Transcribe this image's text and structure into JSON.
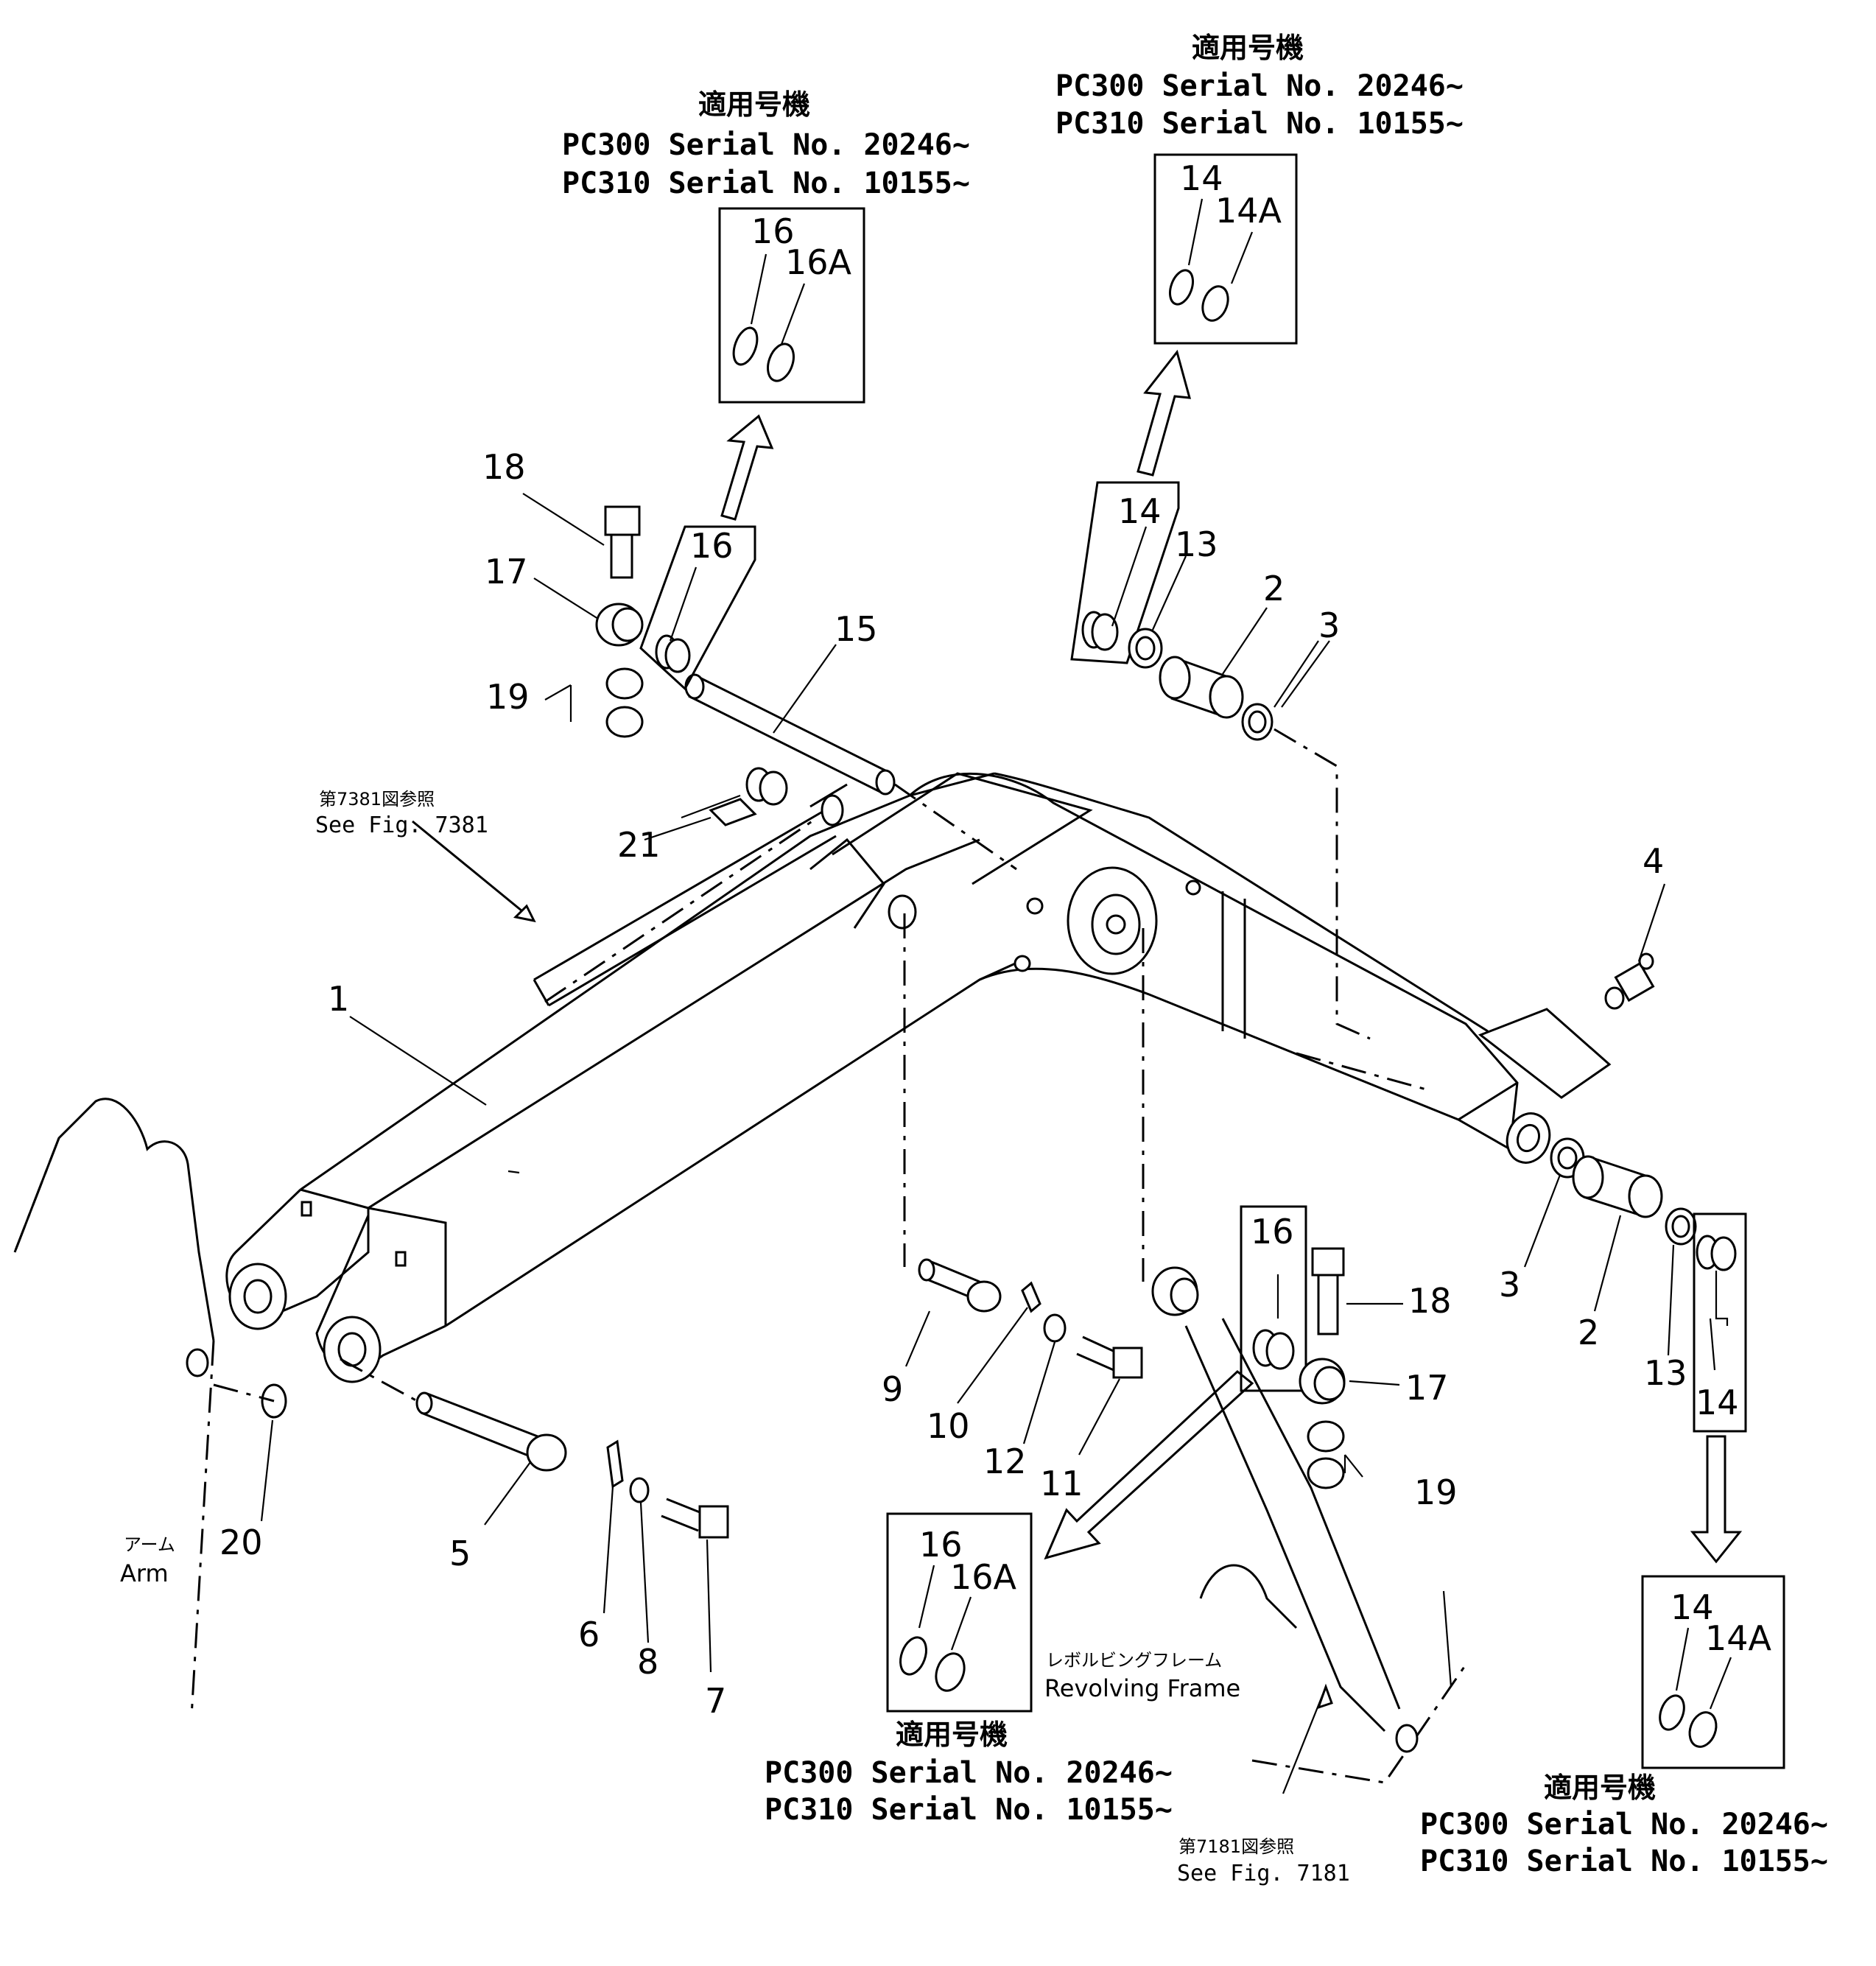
{
  "applicability_blocks": [
    {
      "title": "適用号機",
      "line1": "PC300 Serial No. 20246~",
      "line2": "PC310 Serial No. 10155~",
      "part_a": "16",
      "part_b": "16A"
    },
    {
      "title": "適用号機",
      "line1": "PC300 Serial No. 20246~",
      "line2": "PC310 Serial No. 10155~",
      "part_a": "14",
      "part_b": "14A"
    },
    {
      "title": "適用号機",
      "line1": "PC300 Serial No. 20246~",
      "line2": "PC310 Serial No. 10155~",
      "part_a": "16",
      "part_b": "16A"
    },
    {
      "title": "適用号機",
      "line1": "PC300 Serial No. 20246~",
      "line2": "PC310 Serial No. 10155~",
      "part_a": "14",
      "part_b": "14A"
    }
  ],
  "callouts": [
    "1",
    "2",
    "3",
    "4",
    "5",
    "6",
    "7",
    "8",
    "9",
    "10",
    "11",
    "12",
    "13",
    "14",
    "15",
    "16",
    "17",
    "18",
    "19",
    "20",
    "21"
  ],
  "callouts_extra": {
    "c2b": "2",
    "c3b": "3",
    "c13b": "13",
    "c14b": "14",
    "c14c": "14",
    "c16b": "16",
    "c16c": "16",
    "c17b": "17",
    "c18b": "18",
    "c19b": "19"
  },
  "references": {
    "fig7381_jp": "第7381図参照",
    "fig7381_en": "See Fig. 7381",
    "fig7181_jp": "第7181図参照",
    "fig7181_en": "See Fig. 7181"
  },
  "labels": {
    "arm_jp": "アーム",
    "arm_en": "Arm",
    "frame_jp": "レボルビングフレーム",
    "frame_en": "Revolving Frame"
  }
}
